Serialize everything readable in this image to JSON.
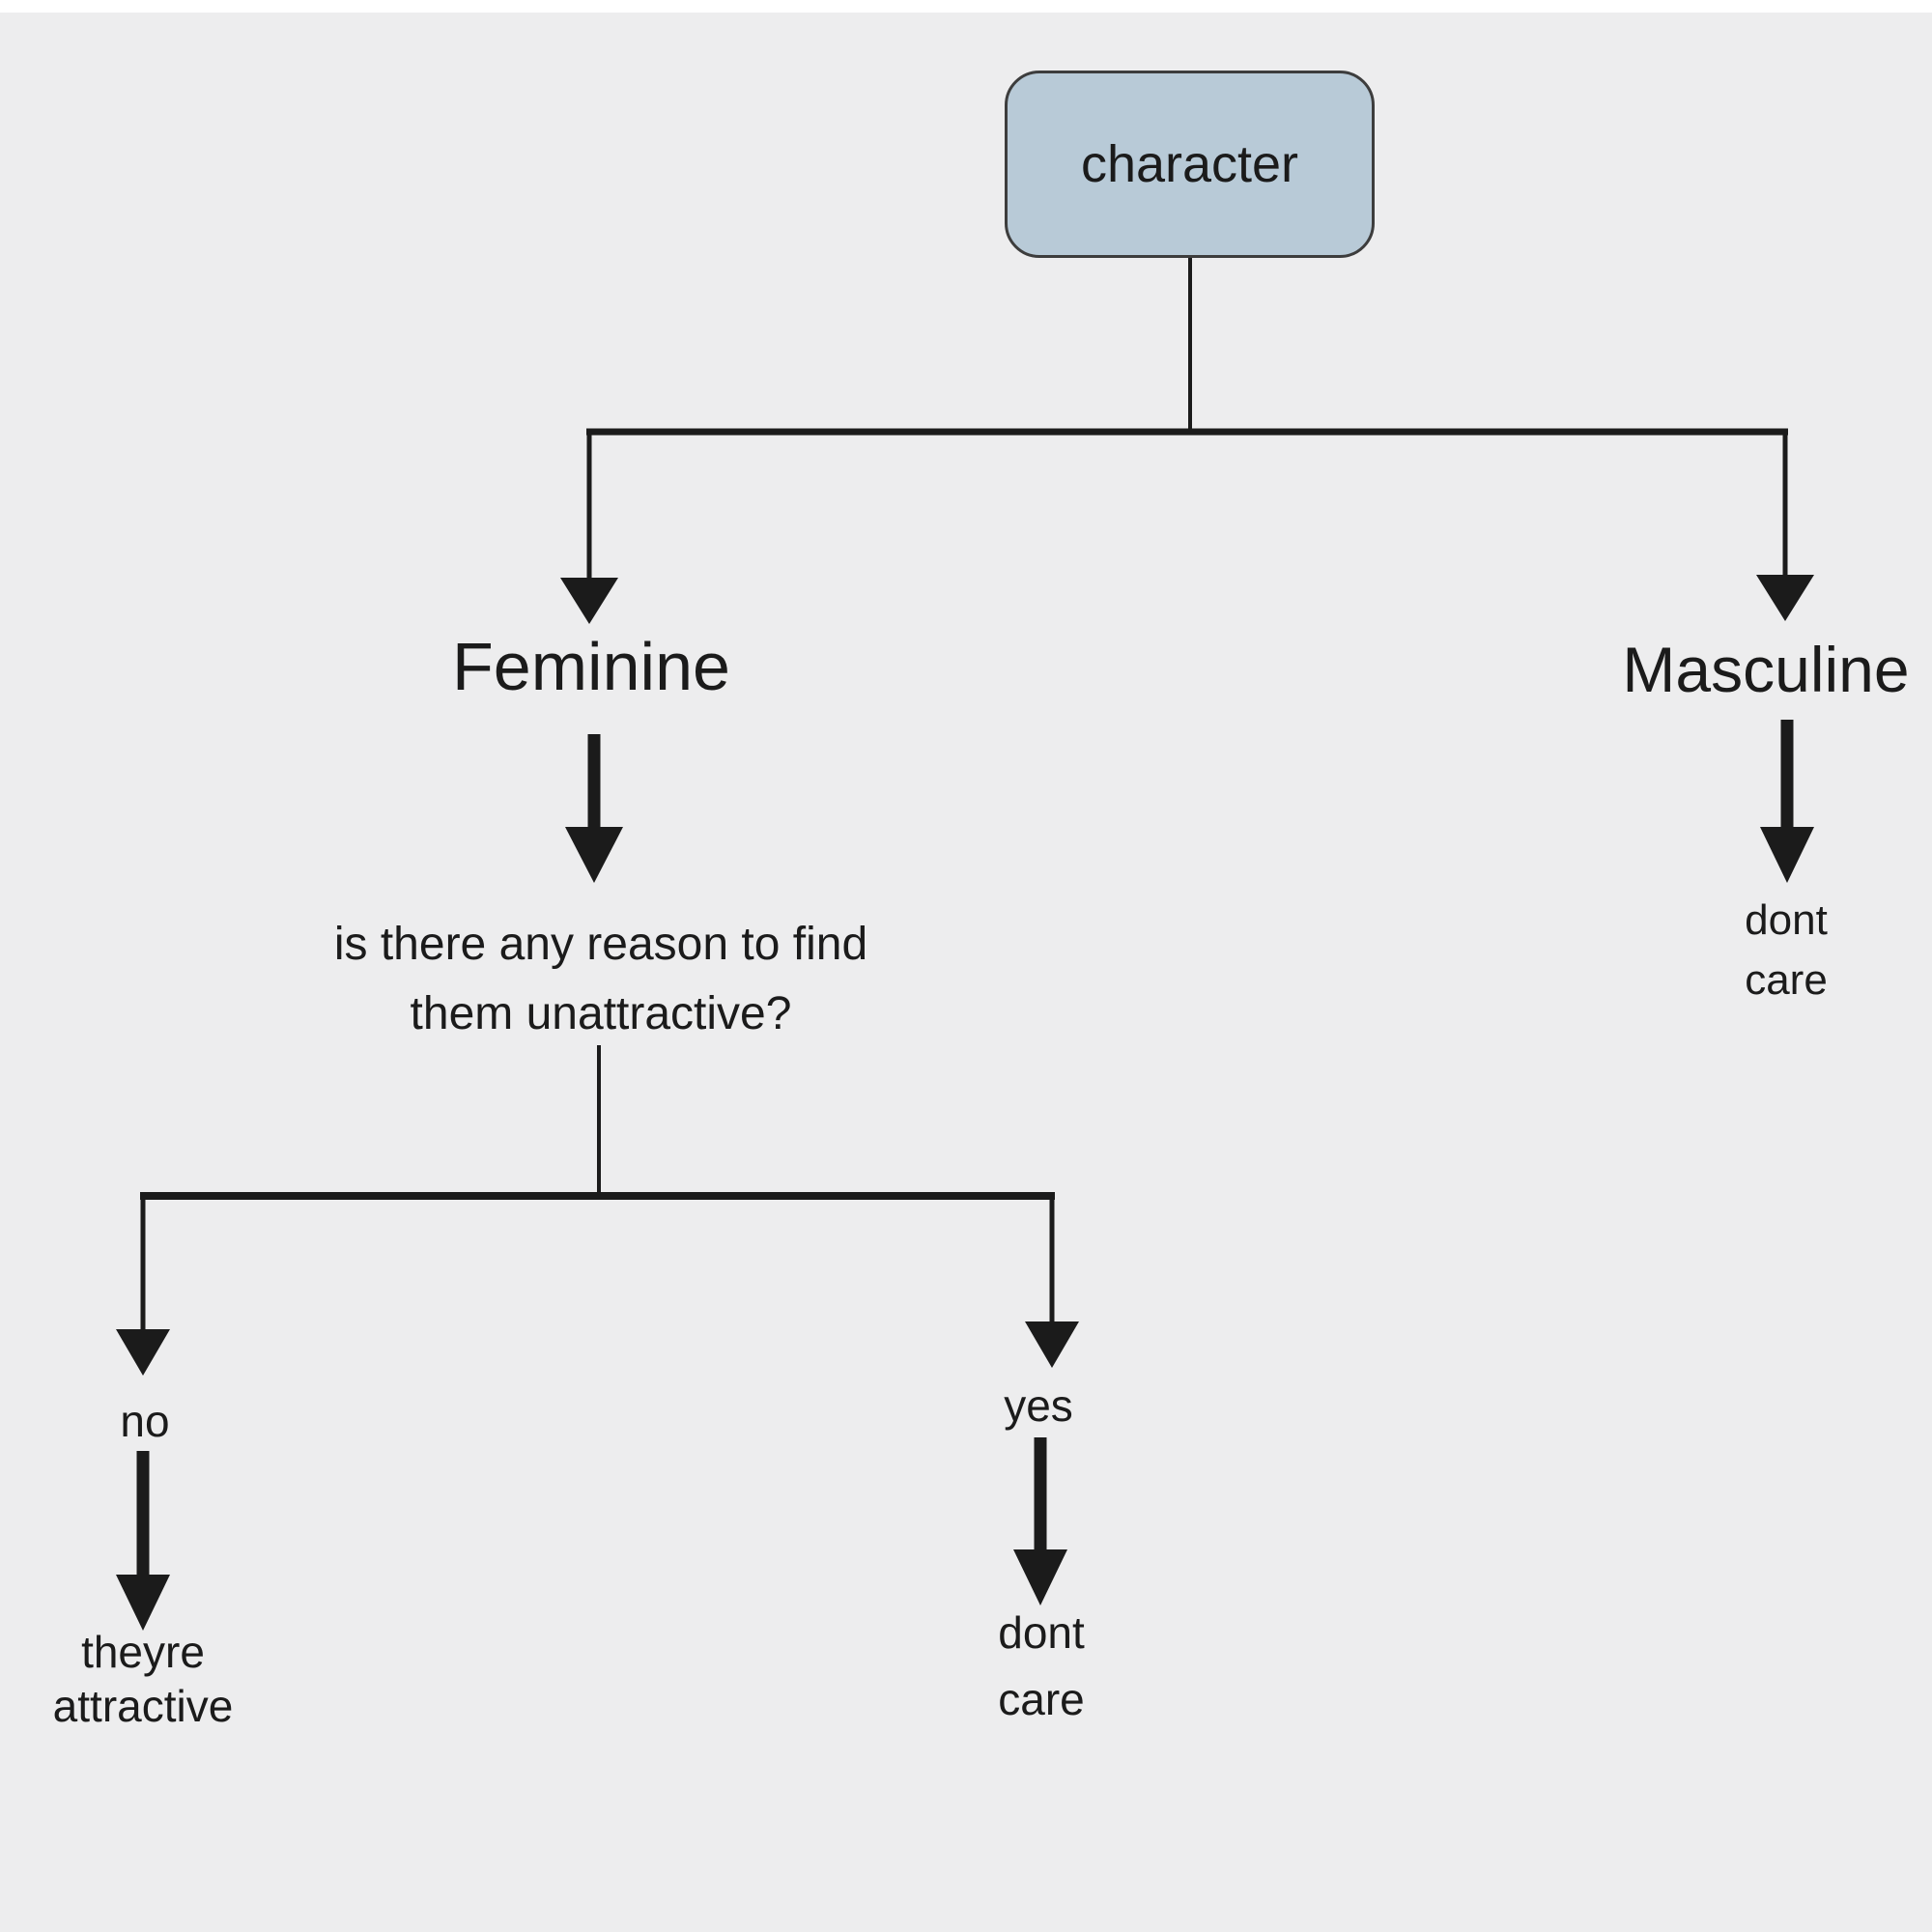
{
  "title": "character attraction flowchart",
  "colors": {
    "background": "#ededee",
    "top_strip": "#ffffff",
    "box_fill": "#b8cad7",
    "box_border": "#3d3d3d",
    "line": "#1b1b1b",
    "text": "#1b1b1b"
  },
  "nodes": {
    "root": "character",
    "feminine": "Feminine",
    "masculine": "Masculine",
    "question_line1": "is there any reason to find",
    "question_line2": "them unattractive?",
    "no": "no",
    "yes": "yes",
    "no_result_line1": "theyre",
    "no_result_line2": "attractive",
    "yes_result_line1": "dont",
    "yes_result_line2": "care",
    "masculine_result_line1": "dont",
    "masculine_result_line2": "care"
  }
}
